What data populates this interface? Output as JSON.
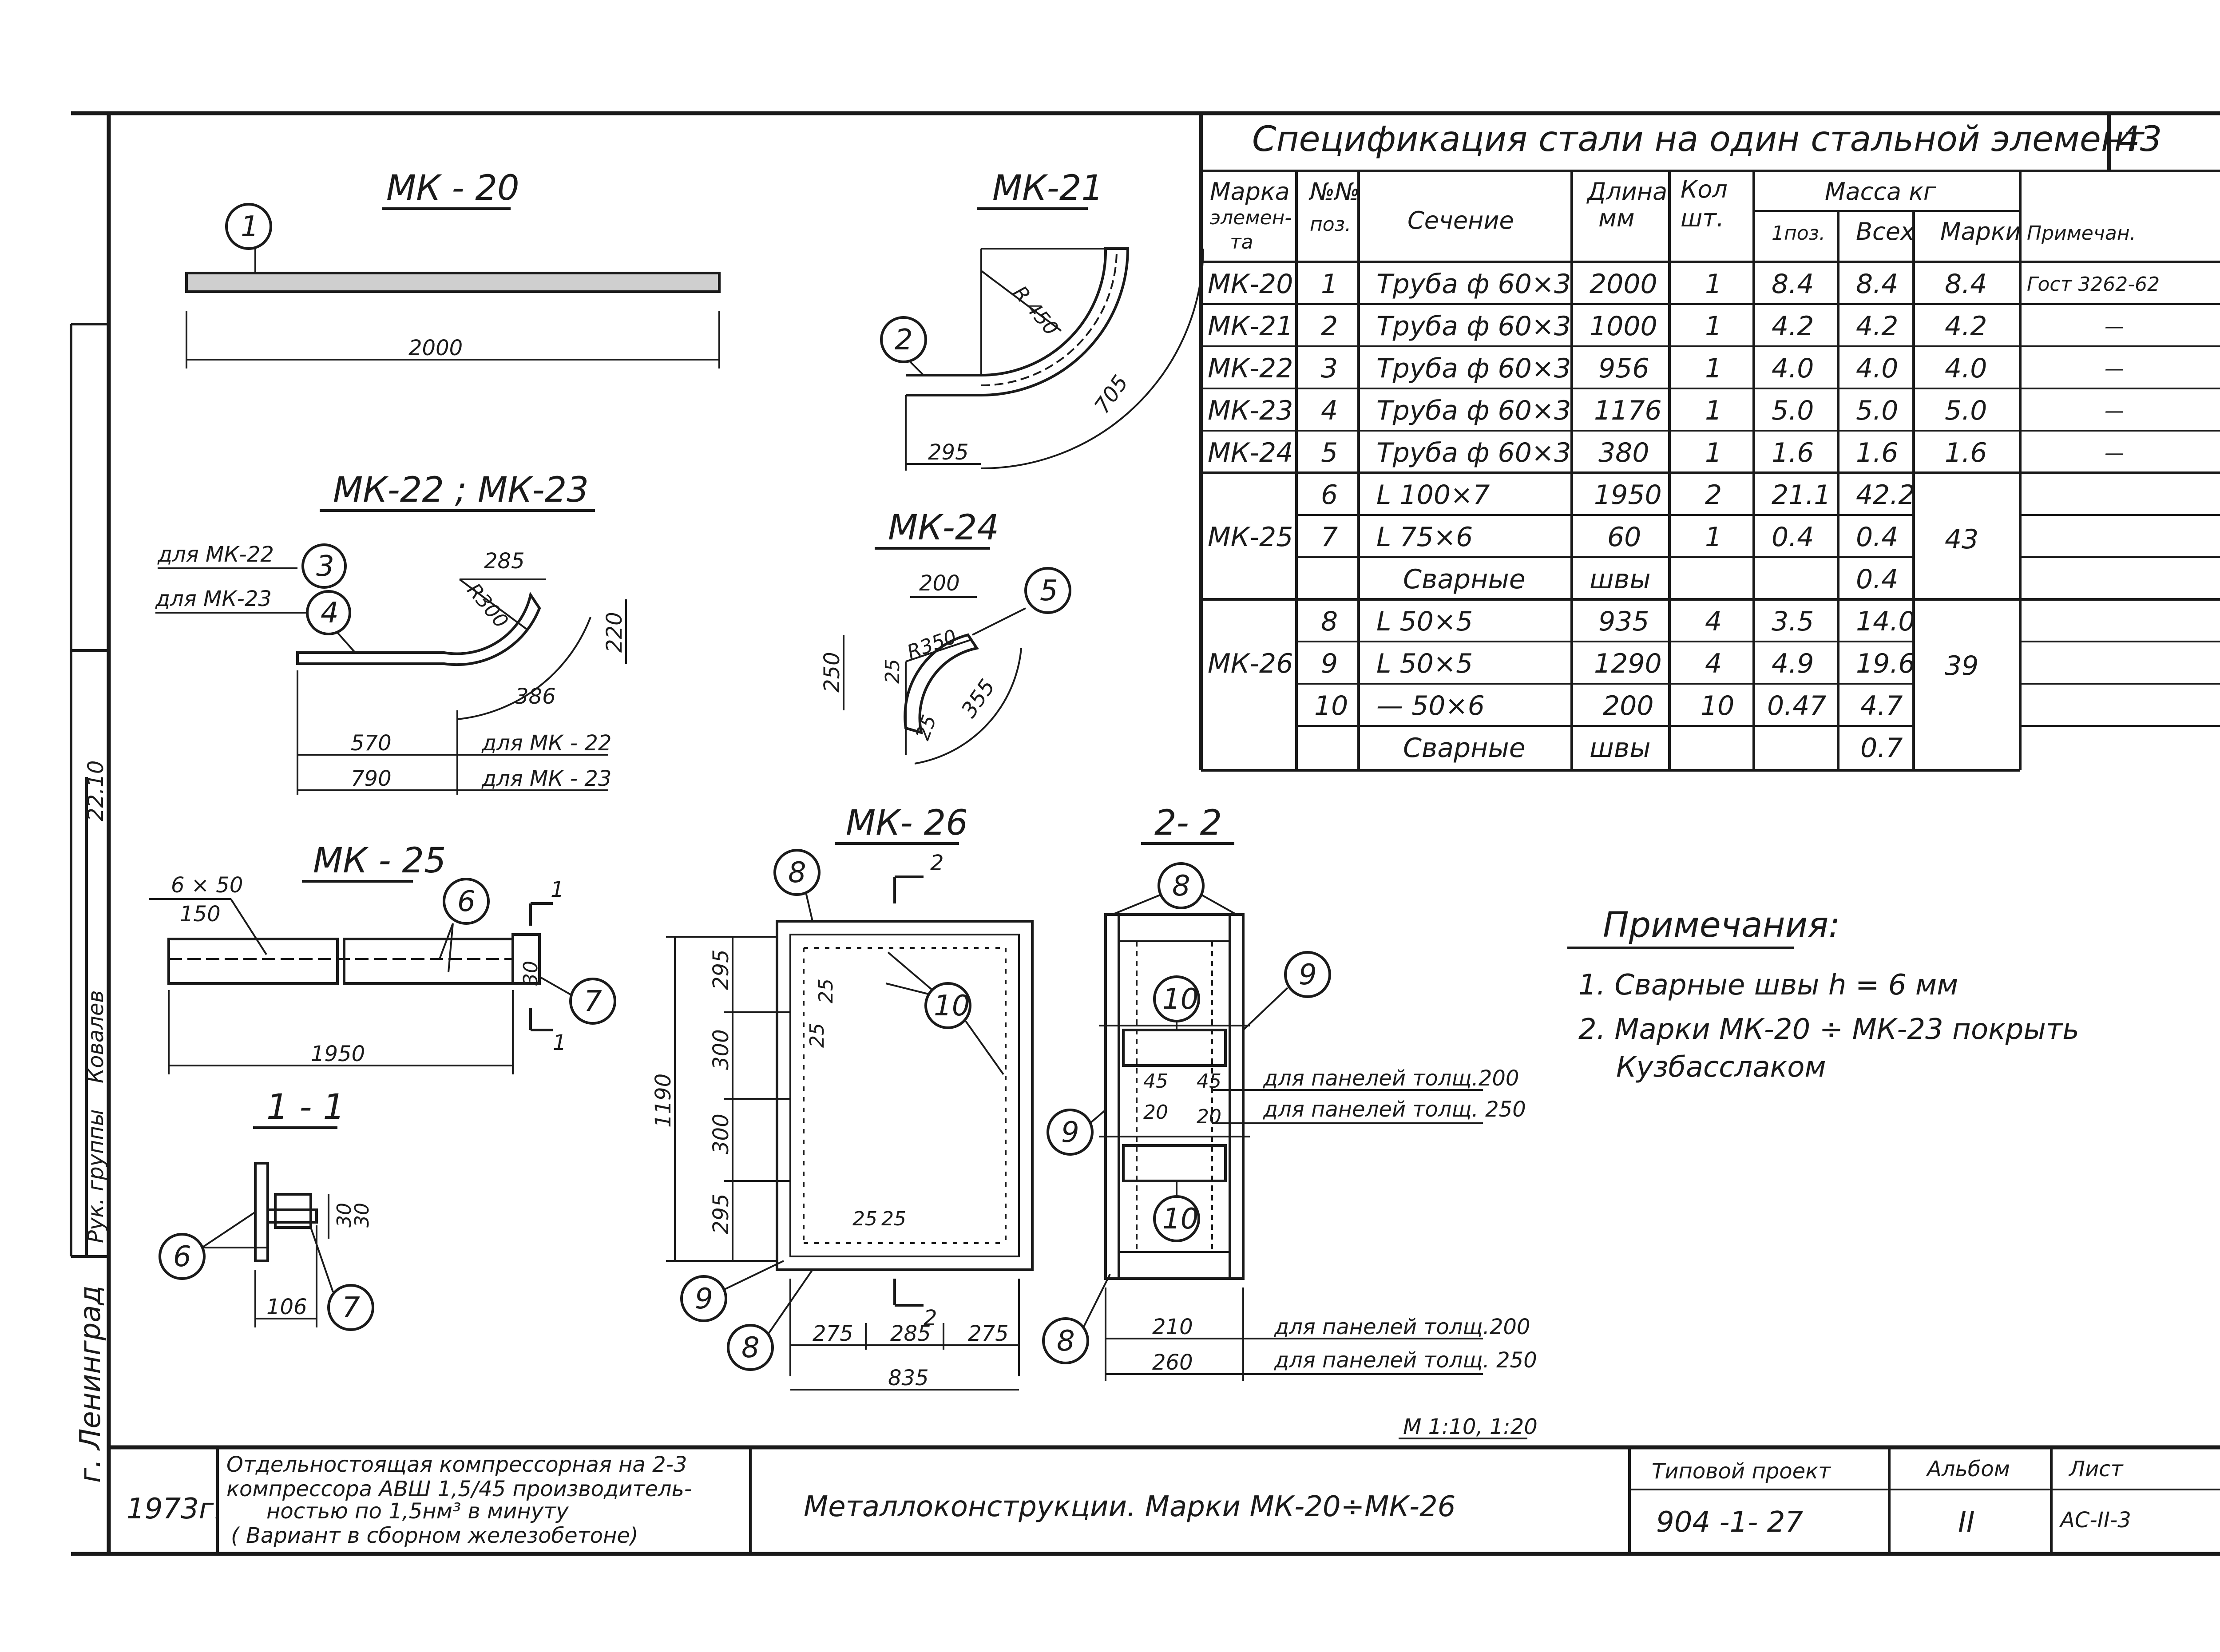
{
  "sheet_number": "43",
  "spec": {
    "title": "Спецификация стали на один стальной элемент",
    "headers": {
      "mark": "Марка элемен-та",
      "pos": "№№ поз.",
      "section": "Сечение",
      "length": "Длина мм",
      "qty": "Кол шт.",
      "mass": "Масса кг",
      "mass_pos": "1поз.",
      "mass_all": "Всех",
      "mass_mark": "Марки",
      "note": "Примечан."
    },
    "rows": [
      {
        "mark": "МК-20",
        "pos": "1",
        "section": "Труба ф 60×3",
        "length": "2000",
        "qty": "1",
        "m1": "8.4",
        "mall": "8.4",
        "mmark": "8.4",
        "note": "Гост 3262-62"
      },
      {
        "mark": "МК-21",
        "pos": "2",
        "section": "Труба ф 60×3",
        "length": "1000",
        "qty": "1",
        "m1": "4.2",
        "mall": "4.2",
        "mmark": "4.2",
        "note": "—"
      },
      {
        "mark": "МК-22",
        "pos": "3",
        "section": "Труба ф 60×3",
        "length": "956",
        "qty": "1",
        "m1": "4.0",
        "mall": "4.0",
        "mmark": "4.0",
        "note": "—"
      },
      {
        "mark": "МК-23",
        "pos": "4",
        "section": "Труба ф 60×3",
        "length": "1176",
        "qty": "1",
        "m1": "5.0",
        "mall": "5.0",
        "mmark": "5.0",
        "note": "—"
      },
      {
        "mark": "МК-24",
        "pos": "5",
        "section": "Труба ф 60×3",
        "length": "380",
        "qty": "1",
        "m1": "1.6",
        "mall": "1.6",
        "mmark": "1.6",
        "note": "—"
      },
      {
        "mark": "",
        "pos": "6",
        "section": "L 100×7",
        "length": "1950",
        "qty": "2",
        "m1": "21.1",
        "mall": "42.2",
        "mmark": "",
        "note": ""
      },
      {
        "mark": "МК-25",
        "pos": "7",
        "section": "L 75×6",
        "length": "60",
        "qty": "1",
        "m1": "0.4",
        "mall": "0.4",
        "mmark": "43",
        "note": ""
      },
      {
        "mark": "",
        "pos": "",
        "section": "Сварные",
        "length": "швы",
        "qty": "",
        "m1": "",
        "mall": "0.4",
        "mmark": "",
        "note": ""
      },
      {
        "mark": "",
        "pos": "8",
        "section": "L 50×5",
        "length": "935",
        "qty": "4",
        "m1": "3.5",
        "mall": "14.0",
        "mmark": "",
        "note": ""
      },
      {
        "mark": "МК-26",
        "pos": "9",
        "section": "L 50×5",
        "length": "1290",
        "qty": "4",
        "m1": "4.9",
        "mall": "19.6",
        "mmark": "39",
        "note": ""
      },
      {
        "mark": "",
        "pos": "10",
        "section": "— 50×6",
        "length": "200",
        "qty": "10",
        "m1": "0.47",
        "mall": "4.7",
        "mmark": "",
        "note": ""
      },
      {
        "mark": "",
        "pos": "",
        "section": "Сварные",
        "length": "швы",
        "qty": "",
        "m1": "",
        "mall": "0.7",
        "mmark": "",
        "note": ""
      }
    ]
  },
  "drawings": {
    "mk20": {
      "title": "МК - 20",
      "dim": "2000"
    },
    "mk21": {
      "title": "МК-21",
      "radius": "R 450",
      "dim_h": "295",
      "dim_arc": "705"
    },
    "mk2223": {
      "title": "МК-22 ; МК-23",
      "for22": "для МК-22",
      "for23": "для МК-23",
      "d285": "285",
      "r300": "R300",
      "d220": "220",
      "d386": "386",
      "d570": "570",
      "d790": "790",
      "for22b": "для МК - 22",
      "for23b": "для МК - 23"
    },
    "mk24": {
      "title": "МК-24",
      "d200": "200",
      "d250": "250",
      "d25": "25",
      "r350": "R350",
      "d355": "355",
      "d25b": "25"
    },
    "mk25": {
      "title": "МК - 25",
      "d6x50": "6 × 50",
      "d150": "150",
      "d1950": "1950",
      "cut": "1",
      "d30": "30"
    },
    "sec11": {
      "title": "1 - 1",
      "d106": "106",
      "d30": "30",
      "d30b": "30"
    },
    "mk26": {
      "title": "МК- 26",
      "cut": "2",
      "d295a": "295",
      "d300a": "300",
      "d300b": "300",
      "d295b": "295",
      "d1190": "1190",
      "d25a": "25",
      "d25b": "25",
      "d25c": "25",
      "d25d": "25",
      "d275a": "275",
      "d285": "285",
      "d275b": "275",
      "d835": "835"
    },
    "sec22": {
      "title": "2- 2",
      "d45a": "45",
      "d45b": "45",
      "d20a": "20",
      "d20b": "20",
      "d210": "210",
      "d260": "260",
      "p200a": "для панелей толщ.200",
      "p250a": "для панелей толщ. 250",
      "p200b": "для панелей толщ.200",
      "p250b": "для панелей толщ. 250"
    },
    "scale": "М 1:10, 1:20"
  },
  "markers": {
    "p1": "1",
    "p2": "2",
    "p3": "3",
    "p4": "4",
    "p5": "5",
    "p6": "6",
    "p7": "7",
    "p8": "8",
    "p9": "9",
    "p10": "10"
  },
  "notes": {
    "heading": "Примечания:",
    "n1": "1. Сварные швы h = 6 мм",
    "n2a": "2. Марки МК-20 ÷ МК-23 покрыть",
    "n2b": "Кузбасслаком"
  },
  "side": {
    "city": "г. Ленинград",
    "group": "Рук. группы",
    "author": "Ковалев",
    "date": "22.10"
  },
  "titleblock": {
    "year": "1973г.",
    "desc1": "Отдельностоящая компрессорная на 2-3",
    "desc2": "компрессора АВШ 1,5/45 производитель-",
    "desc3": "ностью по 1,5нм³ в минуту",
    "desc4": "( Вариант в сборном железобетоне)",
    "main": "Металлоконструкции. Марки МК-20÷МК-26",
    "proj_lbl": "Типовой проект",
    "proj": "904 -1- 27",
    "album_lbl": "Альбом",
    "album": "II",
    "sheet_lbl": "Лист",
    "sheet": "АС-II-3"
  }
}
